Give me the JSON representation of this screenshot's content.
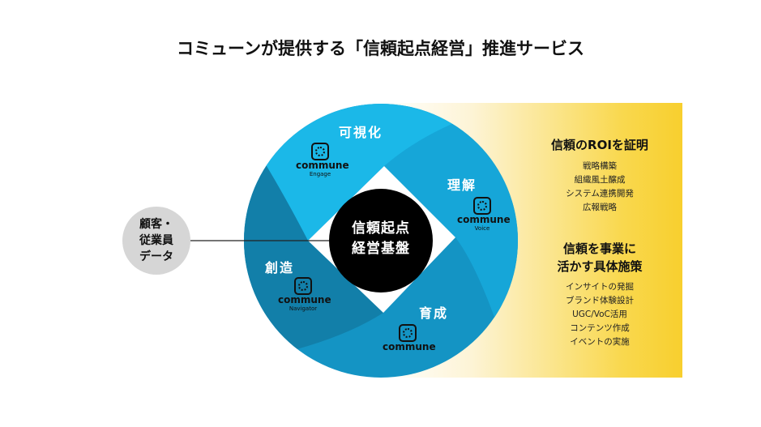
{
  "title": "コミューンが提供する「信頼起点経営」推進サービス",
  "input_circle": [
    "顧客・",
    "従業員",
    "データ"
  ],
  "core": [
    "信頼起点",
    "経営基盤"
  ],
  "segments": [
    {
      "label": "可視化",
      "product": "commune",
      "sub": "Engage"
    },
    {
      "label": "理解",
      "product": "commune",
      "sub": "Voice"
    },
    {
      "label": "育成",
      "product": "commune",
      "sub": ""
    },
    {
      "label": "創造",
      "product": "commune",
      "sub": "Navigator"
    }
  ],
  "roi": {
    "heading": "信頼のROIを証明",
    "items": [
      "戦略構築",
      "組織風土醸成",
      "システム連携開発",
      "広報戦略"
    ]
  },
  "apply": {
    "heading": [
      "信頼を事業に",
      "活かす具体施策"
    ],
    "items": [
      "インサイトの発掘",
      "ブランド体験設計",
      "UGC/VoC活用",
      "コンテンツ作成",
      "イベントの実施"
    ]
  },
  "colors": {
    "top": "#1bb8e8",
    "right": "#16a6d8",
    "bottom": "#1494c4",
    "left": "#127fa9",
    "accent": "#f8cf2e"
  }
}
